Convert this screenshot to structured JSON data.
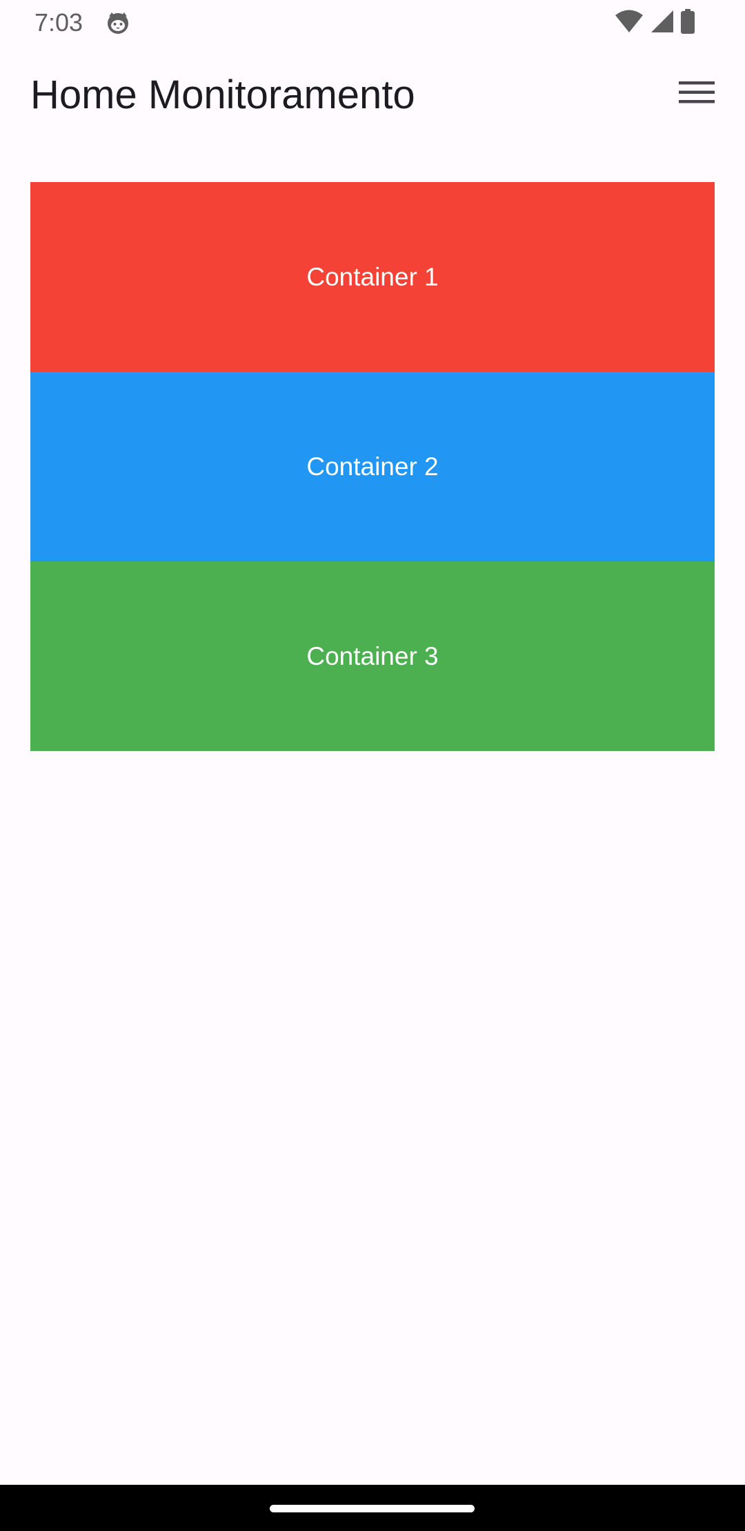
{
  "status_bar": {
    "time": "7:03",
    "icons": [
      "cat-icon",
      "wifi-icon",
      "signal-icon",
      "battery-icon"
    ]
  },
  "app_bar": {
    "title": "Home Monitoramento",
    "menu_icon": "hamburger-menu-icon"
  },
  "containers": [
    {
      "label": "Container 1",
      "color": "#f44336"
    },
    {
      "label": "Container 2",
      "color": "#2196f3"
    },
    {
      "label": "Container 3",
      "color": "#4caf50"
    }
  ],
  "colors": {
    "background": "#fffbfe",
    "title_text": "#1c1b1f",
    "status_text": "#5f5f5f",
    "nav_bar": "#000000"
  }
}
